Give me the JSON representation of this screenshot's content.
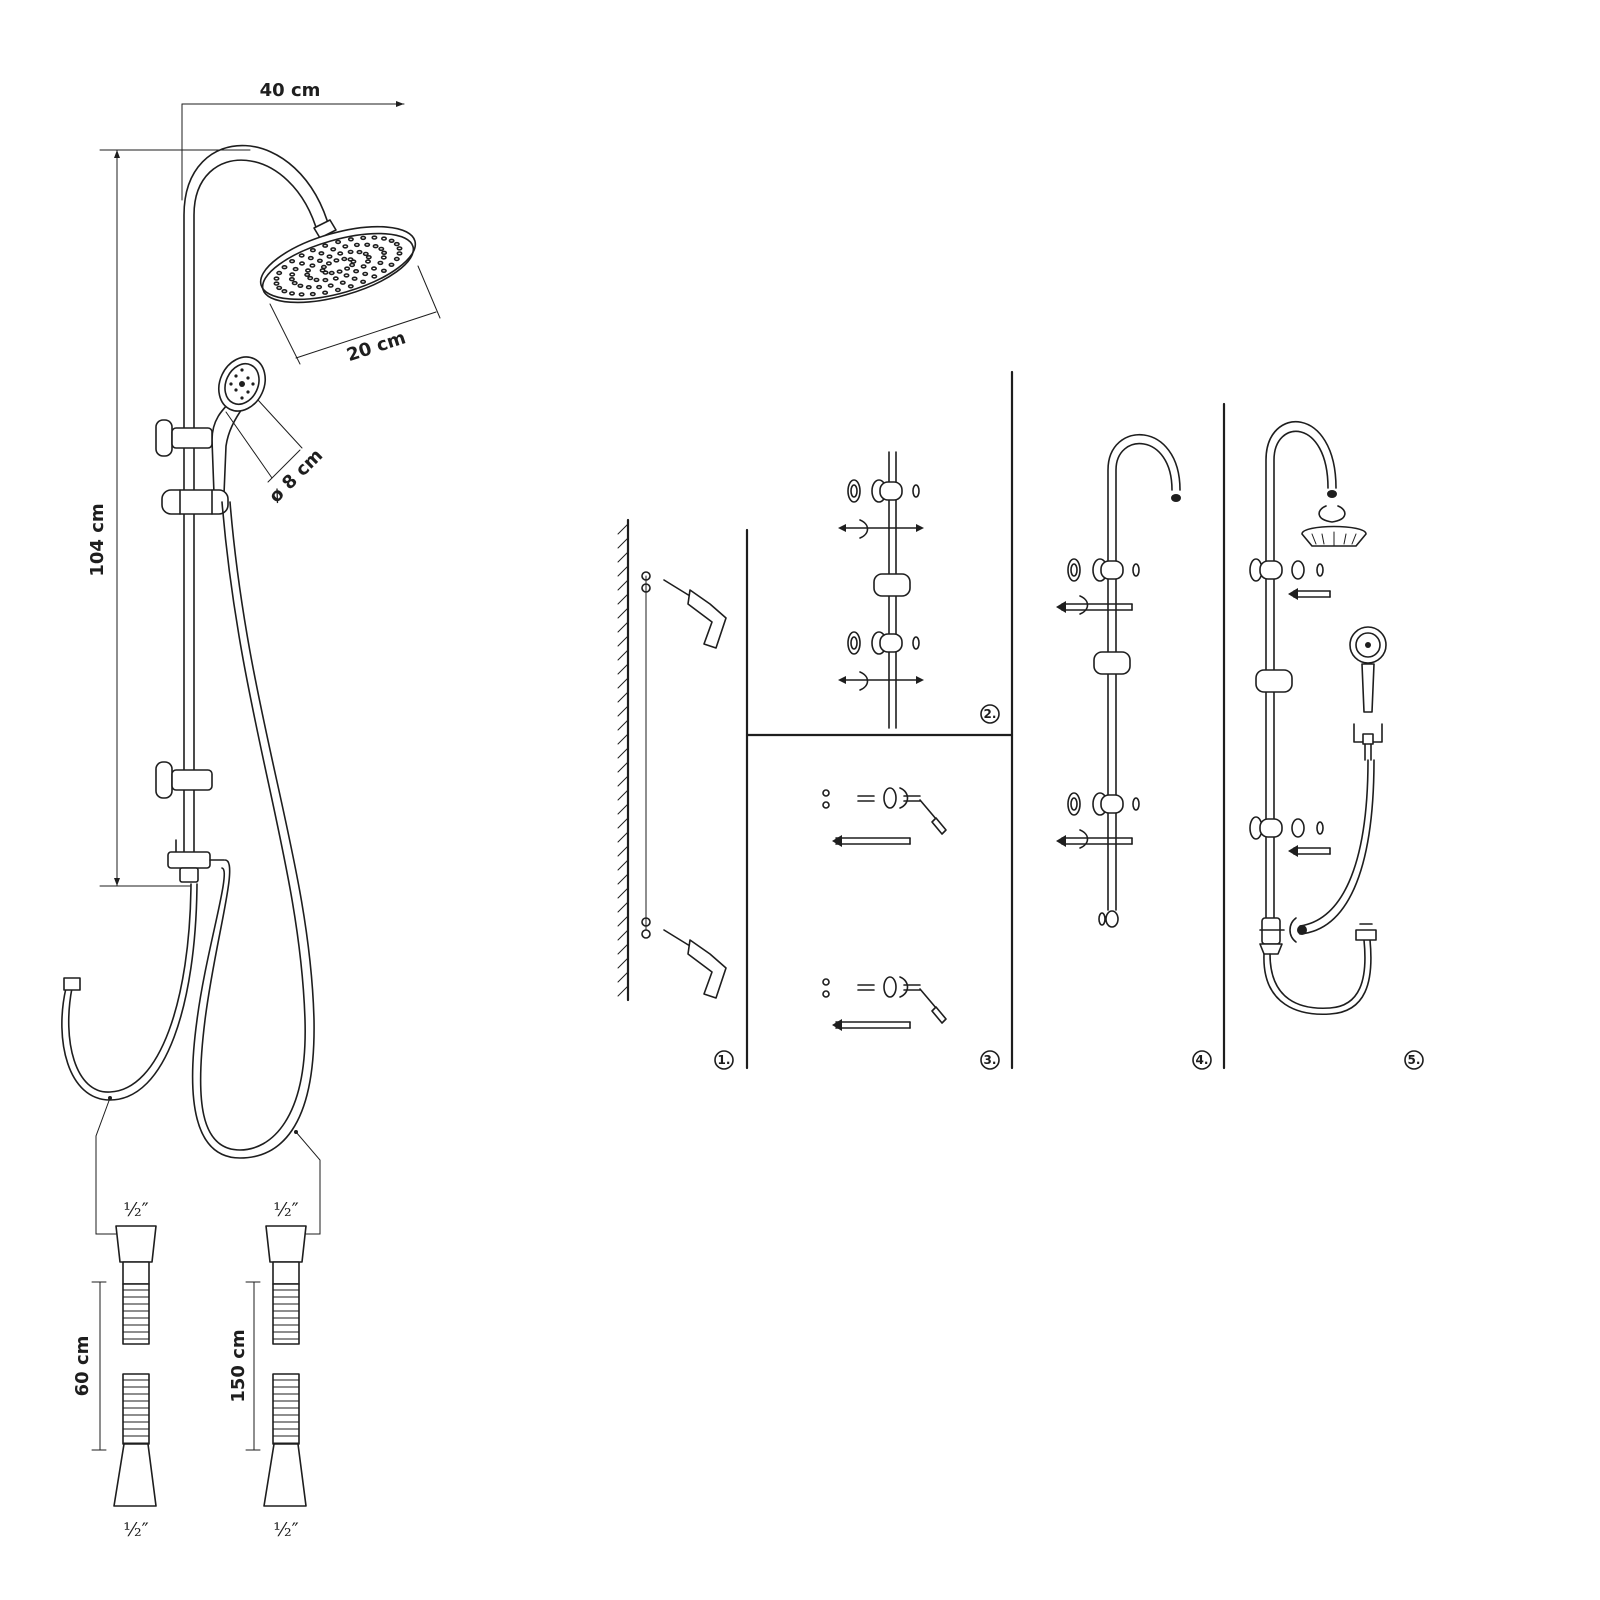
{
  "dimensions": {
    "width": "40 cm",
    "height": "104 cm",
    "head_diameter": "20 cm",
    "hand_diameter": "ø 8 cm",
    "hose_short": "60 cm",
    "hose_long": "150 cm"
  },
  "thread": "½″",
  "steps": [
    {
      "label": "1."
    },
    {
      "label": "2."
    },
    {
      "label": "3."
    },
    {
      "label": "4."
    },
    {
      "label": "5."
    }
  ]
}
